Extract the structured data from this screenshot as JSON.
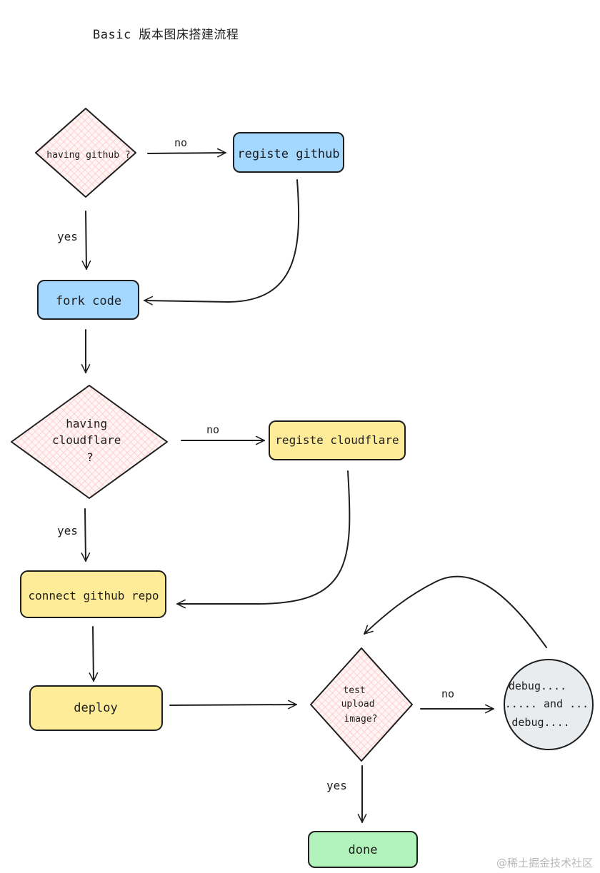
{
  "title": "Basic 版本图床搭建流程",
  "watermark": "@稀土掘金技术社区",
  "colors": {
    "stroke": "#1e1e1e",
    "blue": "#a5d8ff",
    "yellow": "#ffec99",
    "green": "#b2f2bb",
    "gray": "#e9ecef",
    "hatch": "#ffc9c9"
  },
  "nodes": {
    "having_github": "having github ?",
    "registe_github": "registe github",
    "fork_code": "fork code",
    "having_cloudflare": [
      "having",
      "cloudflare",
      "?"
    ],
    "registe_cloudflare": "registe cloudflare",
    "connect_repo": "connect github repo",
    "deploy": "deploy",
    "test_upload": [
      "test",
      "upload",
      "image?"
    ],
    "debug": [
      "debug....",
      "..... and ...",
      "debug...."
    ],
    "done": "done"
  },
  "edges": {
    "no1": "no",
    "yes1": "yes",
    "no2": "no",
    "yes2": "yes",
    "no3": "no",
    "yes3": "yes"
  }
}
